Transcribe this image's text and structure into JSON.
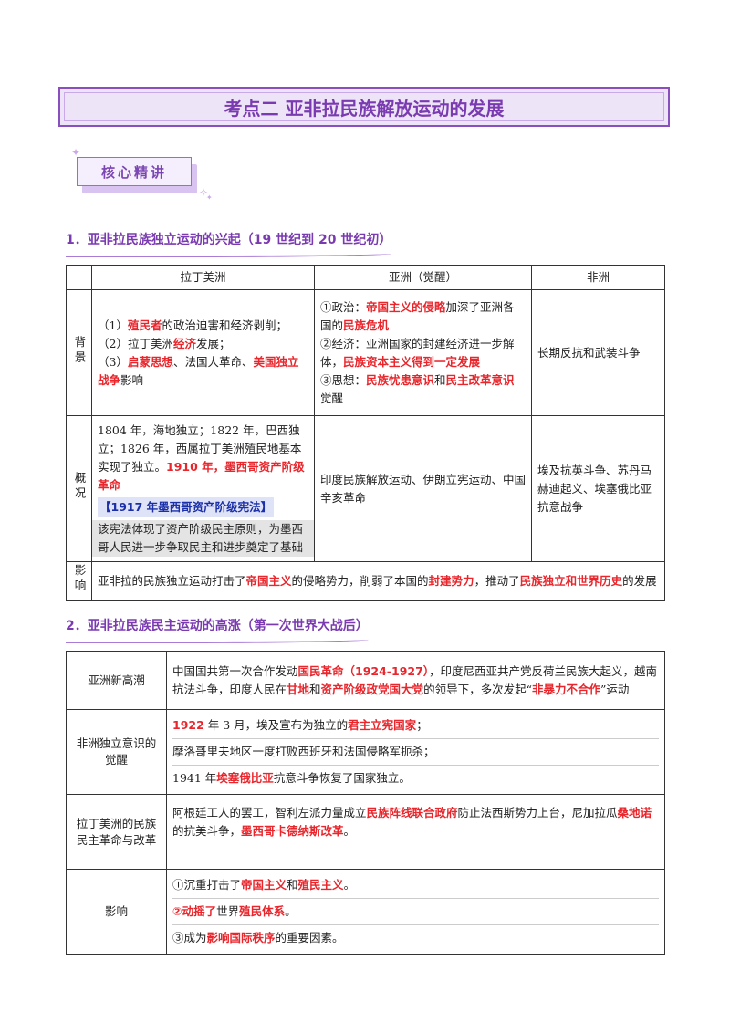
{
  "title": "考点二  亚非拉民族解放运动的发展",
  "badge": "核心精讲",
  "section1": "1．亚非拉民族独立运动的兴起（19 世纪到 20 世纪初）",
  "section2": "2．亚非拉民族民主运动的高涨（第一次世界大战后）",
  "t1": {
    "headers": [
      "拉丁美洲",
      "亚洲（觉醒）",
      "非洲"
    ],
    "row_bg": "背景",
    "row_gk": "概况",
    "row_yx": "影响",
    "bg_latin": {
      "l1a": "（1）",
      "l1b": "殖民者",
      "l1c": "的政治迫害和经济剥削；",
      "l2a": "（2）拉丁美洲",
      "l2b": "经济",
      "l2c": "发展；",
      "l3a": "（3）",
      "l3b": "启蒙思想",
      "l3c": "、法国大革命、",
      "l3d": "美国独立战争",
      "l3e": "影响"
    },
    "bg_asia": {
      "p1a": "①政治：",
      "p1b": "帝国主义的侵略",
      "p1c": "加深了亚洲各国的",
      "p1d": "民族危机",
      "p2a": "②经济：亚洲国家的封建经济进一步解体，",
      "p2b": "民族资本主义得到一定发展",
      "p3a": "③思想：",
      "p3b": "民族忧患意识",
      "p3c": "和",
      "p3d": "民主改革意识",
      "p3e": "觉醒"
    },
    "bg_africa": "长期反抗和武装斗争",
    "gk_latin": {
      "a": "1804 年，海地独立；1822 年，巴西独立；1826 年，",
      "b": "西属拉丁美洲",
      "c": "殖民地基本实现了独立。",
      "d": "1910 年，墨西哥资产阶级革命",
      "e": "【1917 年墨西哥资产阶级宪法】",
      "f": "该宪法体现了资产阶级民主原则，为墨西哥人民进一步争取民主和进步奠定了基础"
    },
    "gk_asia": "印度民族解放运动、伊朗立宪运动、中国辛亥革命",
    "gk_africa": "埃及抗英斗争、苏丹马赫迪起义、埃塞俄比亚抗意战争",
    "yx": {
      "a": "亚非拉的民族独立运动打击了",
      "b": "帝国主义",
      "c": "的侵略势力，削弱了本国的",
      "d": "封建势力",
      "e": "，推动了",
      "f": "民族独立和世界历史",
      "g": "的发展"
    }
  },
  "t2": {
    "r1_label": "亚洲新高潮",
    "r1": {
      "a": "中国国共第一次合作发动",
      "b": "国民革命（1924-1927）",
      "c": "，印度尼西亚共产党反荷兰民族大起义，越南抗法斗争，印度人民在",
      "d": "甘地",
      "e": "和",
      "f": "资产阶级政党国大党",
      "g": "的领导下，多次发起",
      "h": "“",
      "i": "非暴力不合作",
      "j": "”运动"
    },
    "r2_label": "非洲独立意识的觉醒",
    "r2": {
      "a1": "1922",
      "a2": " 年 3 月，埃及宣布为独立的",
      "a3": "君主立宪国家",
      "a4": "；",
      "b": "摩洛哥里夫地区一度打败西班牙和法国侵略军扼杀；",
      "c1": "1941 年",
      "c2": "埃塞俄比亚",
      "c3": "抗意斗争恢复了国家独立。"
    },
    "r3_label": "拉丁美洲的民族民主革命与改革",
    "r3": {
      "a": "阿根廷工人的罢工，智利左派力量成立",
      "b": "民族阵线联合政府",
      "c": "防止法西斯势力上台，尼加拉瓜",
      "d": "桑地诺",
      "e": "的抗美斗争，",
      "f": "墨西哥卡德纳斯改革",
      "g": "。"
    },
    "r4_label": "影响",
    "r4": {
      "a1": "①沉重打击了",
      "a2": "帝国主义",
      "a3": "和",
      "a4": "殖民主义",
      "a5": "。",
      "b1": "②动摇了",
      "b2": "世界",
      "b3": "殖民体系",
      "b4": "。",
      "c1": "③成为",
      "c2": "影响国际秩序",
      "c3": "的重要因素。"
    }
  }
}
